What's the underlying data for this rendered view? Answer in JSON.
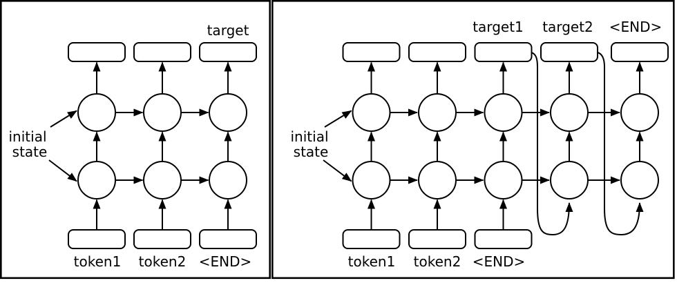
{
  "colors": {
    "stroke": "#000000",
    "background": "#ffffff"
  },
  "left_panel": {
    "output_label": "target",
    "input_labels": [
      "token1",
      "token2",
      "<END>"
    ],
    "annotation": {
      "line1": "initial",
      "line2": "state"
    }
  },
  "right_panel": {
    "output_labels": [
      "target1",
      "target2",
      "<END>"
    ],
    "input_labels": [
      "token1",
      "token2",
      "<END>"
    ],
    "annotation": {
      "line1": "initial",
      "line2": "state"
    }
  }
}
